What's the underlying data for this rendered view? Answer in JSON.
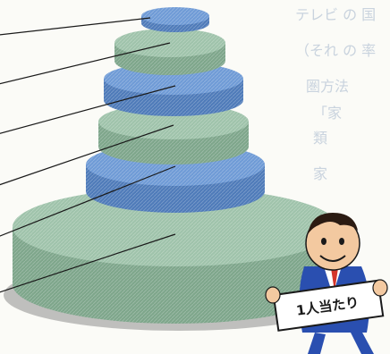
{
  "colors": {
    "background": "#fbfbf7",
    "tier_blue": "#6f9bd6",
    "tier_blue_side": "#4f7bb9",
    "tier_green": "#9fc3ab",
    "tier_green_side": "#7ea68b",
    "leader_line": "#1a1a1a",
    "faded_text": "#c9d3de"
  },
  "tiers": [
    {
      "color": "blue"
    },
    {
      "color": "green"
    },
    {
      "color": "blue"
    },
    {
      "color": "green"
    },
    {
      "color": "blue"
    },
    {
      "color": "green"
    }
  ],
  "sign": {
    "text": "1人当たり"
  },
  "background_text": [
    "テレビ  の 国",
    "（それ  の 率",
    "圏方法",
    "「家",
    "類",
    "家"
  ]
}
